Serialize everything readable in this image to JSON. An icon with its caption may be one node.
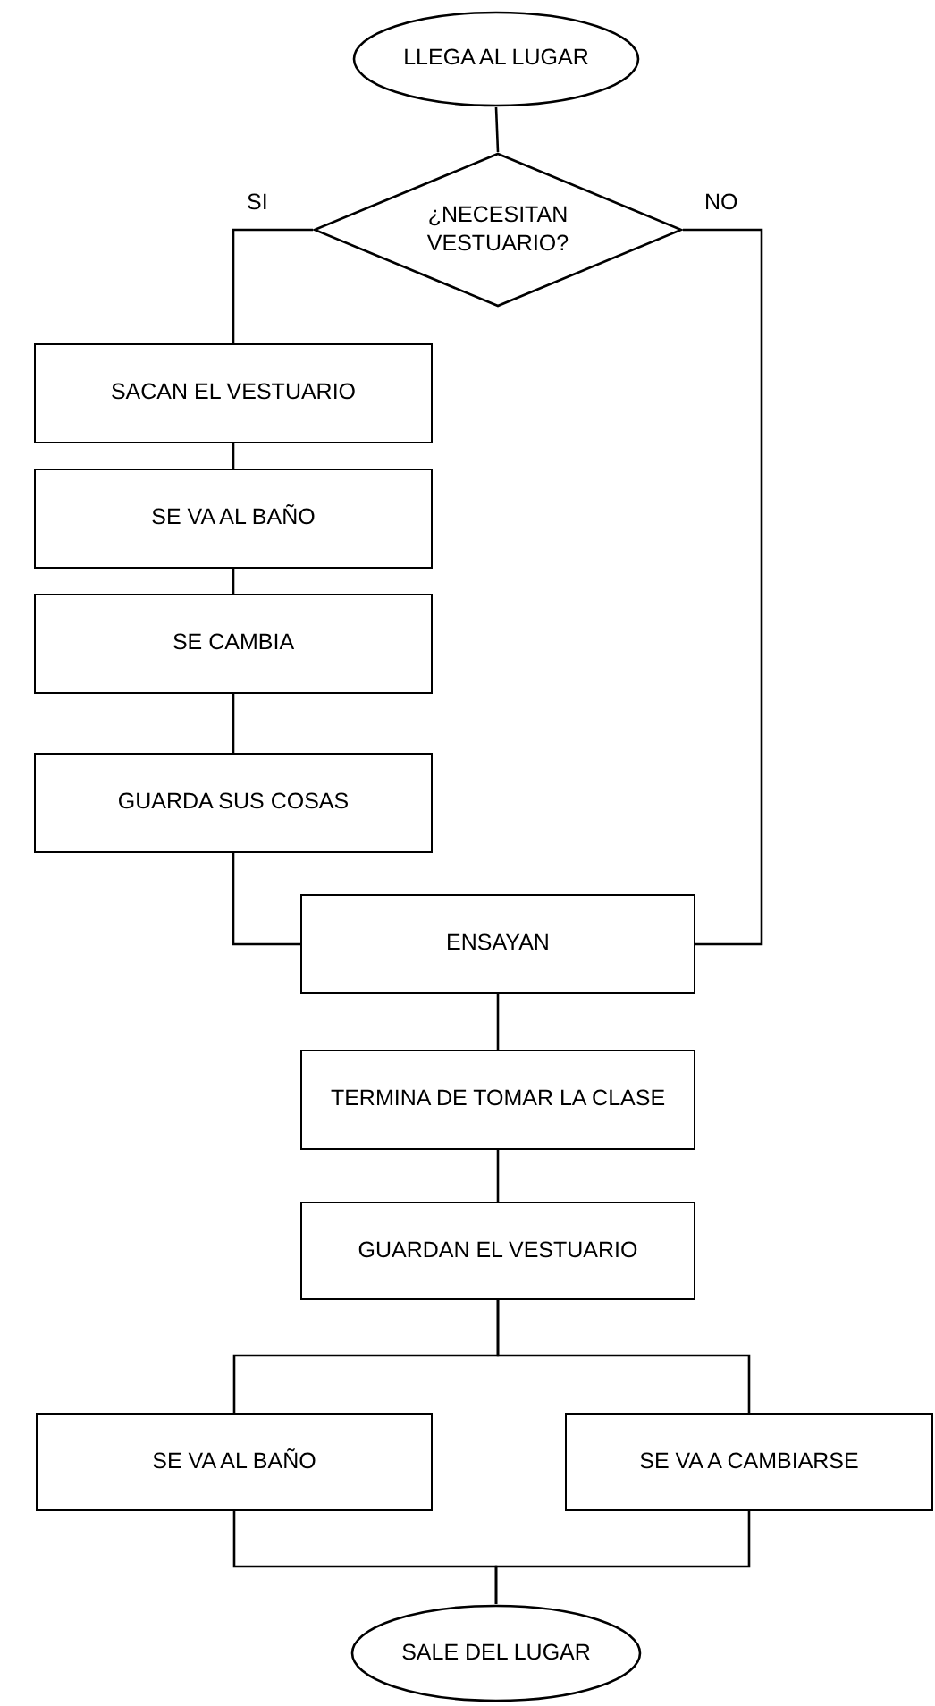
{
  "diagram": {
    "nodes": [
      {
        "text": [
          "LLEGA AL LUGAR"
        ]
      },
      {
        "text": [
          "¿NECESITAN VESTUARIO?"
        ]
      },
      {
        "text": [
          "SACAN EL VESTUARIO"
        ]
      },
      {
        "text": [
          "SE VA AL BAÑO"
        ]
      },
      {
        "text": [
          "SE CAMBIA"
        ]
      },
      {
        "text": [
          "GUARDA SUS COSAS"
        ]
      },
      {
        "text": [
          "ENSAYAN"
        ]
      },
      {
        "text": [
          "TERMINA DE TOMAR LA CLASE"
        ]
      },
      {
        "text": [
          "GUARDAN EL VESTUARIO"
        ]
      },
      {
        "text": [
          "SE VA AL BAÑO"
        ]
      },
      {
        "text": [
          "SE VA A CAMBIARSE"
        ]
      },
      {
        "text": [
          "SALE DEL LUGAR"
        ]
      }
    ],
    "edges": [
      {
        "from": 0,
        "to": 1,
        "arrow": "none"
      },
      {
        "from": 1,
        "to": 2,
        "arrow": "none",
        "label": "SI"
      },
      {
        "from": 1,
        "to": 6,
        "arrow": "none",
        "label": "NO"
      },
      {
        "from": 2,
        "to": 3,
        "arrow": "none"
      },
      {
        "from": 3,
        "to": 4,
        "arrow": "none"
      },
      {
        "from": 4,
        "to": 5,
        "arrow": "none"
      },
      {
        "from": 5,
        "to": 6,
        "arrow": "none"
      },
      {
        "from": 6,
        "to": 7,
        "arrow": "none"
      },
      {
        "from": 7,
        "to": 8,
        "arrow": "none"
      },
      {
        "from": 8,
        "to": 9,
        "arrow": "none"
      },
      {
        "from": 8,
        "to": 10,
        "arrow": "none"
      },
      {
        "from": 9,
        "to": 11,
        "arrow": "none"
      },
      {
        "from": 10,
        "to": 11,
        "arrow": "none"
      }
    ]
  }
}
